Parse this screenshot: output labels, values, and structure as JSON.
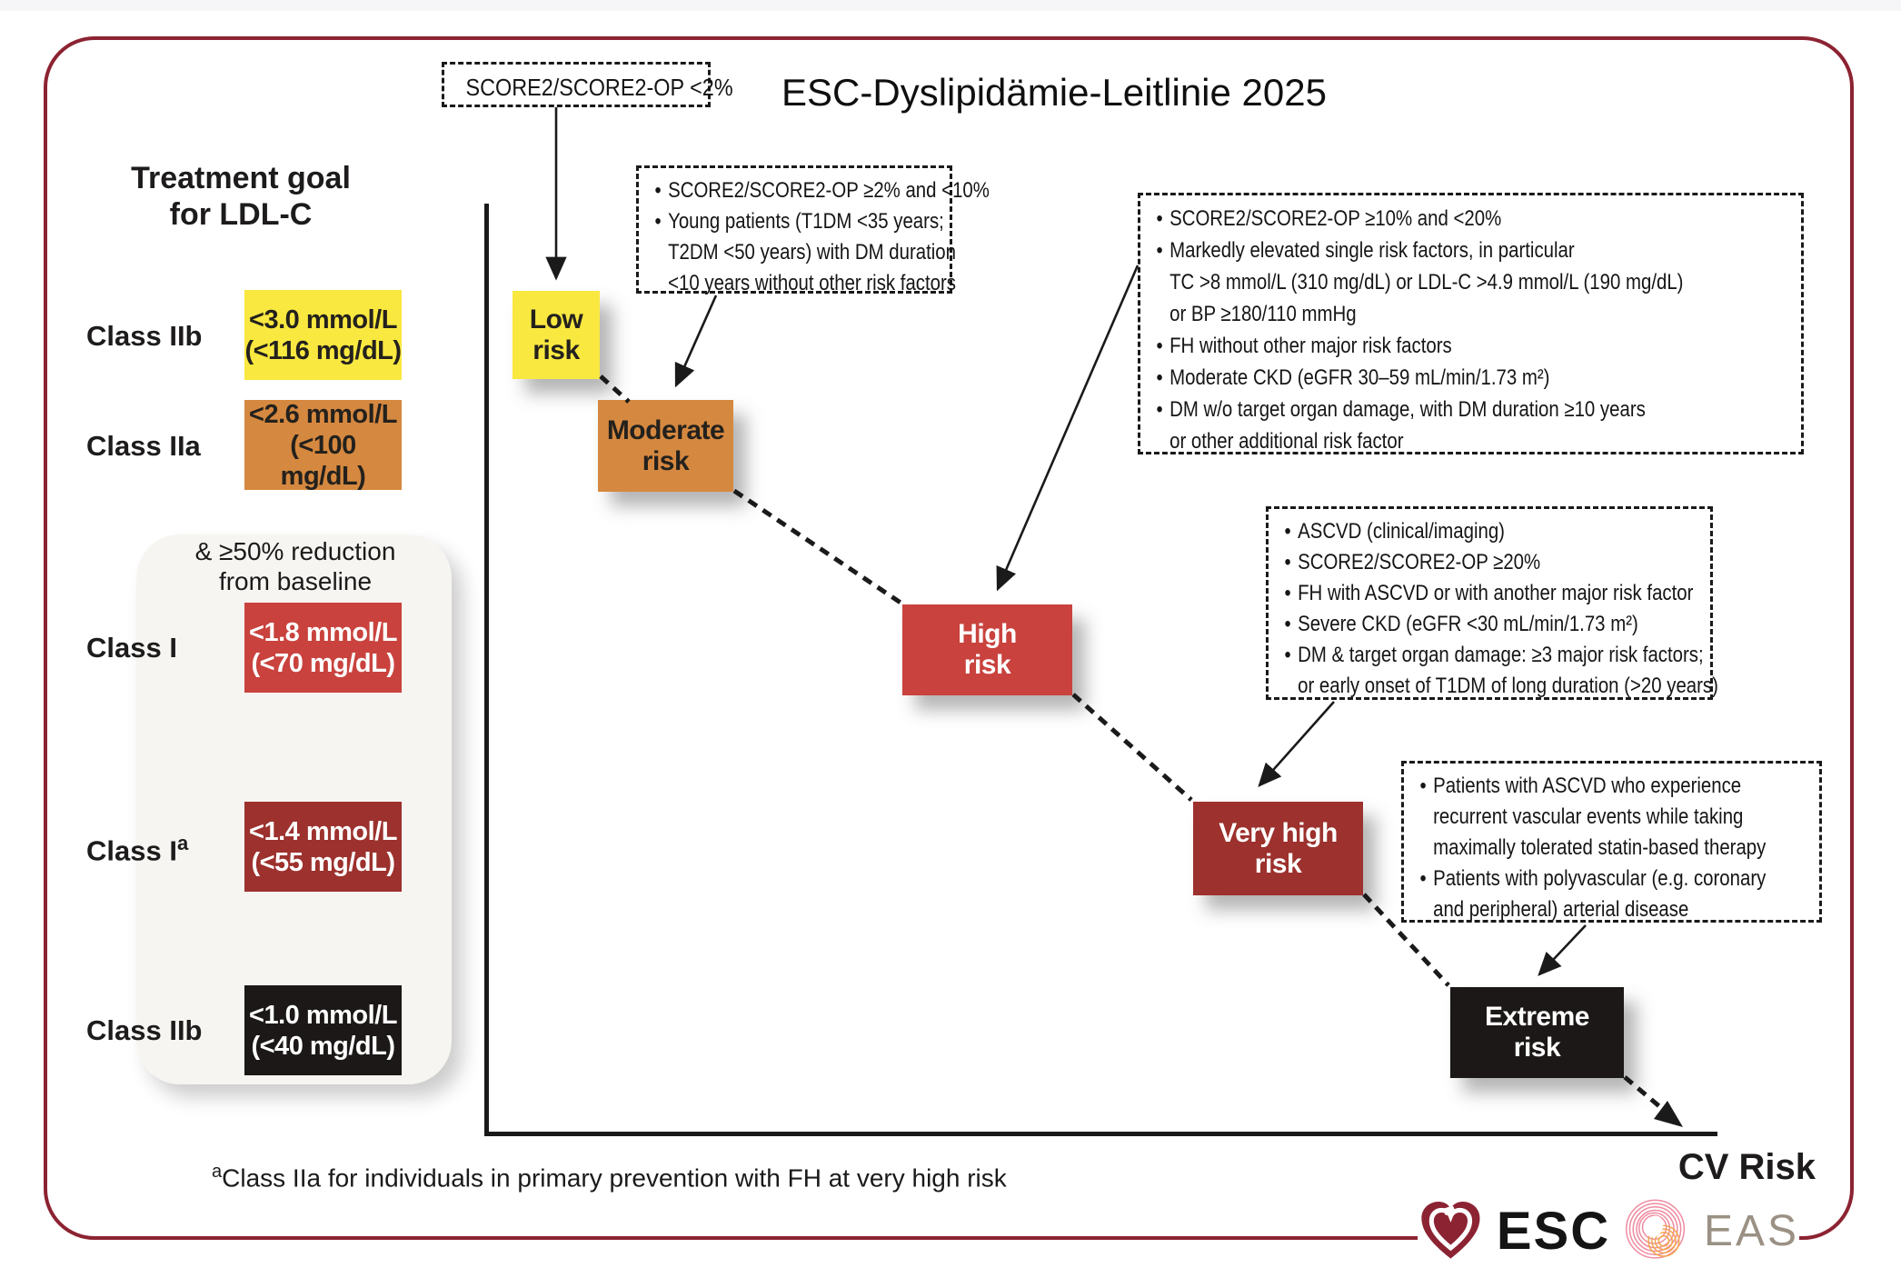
{
  "title": "ESC-Dyslipidämie-Leitlinie 2025",
  "glyphs": {
    "bullet": "•"
  },
  "colors": {
    "border_red": "#8c2332",
    "yellow": "#f9e840",
    "orange": "#d5883f",
    "red": "#c9423d",
    "maroon": "#9c312d",
    "black_box": "#1b1817"
  },
  "left_panel": {
    "heading_line1": "Treatment goal",
    "heading_line2": "for LDL-C",
    "note_line1": "& ≥50% reduction",
    "note_line2": "from baseline",
    "rows": [
      {
        "class_label": "Class IIb",
        "sup": "",
        "value_line1": "<3.0 mmol/L",
        "value_line2": "(<116 mg/dL)"
      },
      {
        "class_label": "Class IIa",
        "sup": "",
        "value_line1": "<2.6 mmol/L",
        "value_line2": "(<100 mg/dL)"
      },
      {
        "class_label": "Class I",
        "sup": "",
        "value_line1": "<1.8 mmol/L",
        "value_line2": "(<70 mg/dL)"
      },
      {
        "class_label": "Class I",
        "sup": "a",
        "value_line1": "<1.4 mmol/L",
        "value_line2": "(<55 mg/dL)"
      },
      {
        "class_label": "Class IIb",
        "sup": "",
        "value_line1": "<1.0 mmol/L",
        "value_line2": "(<40 mg/dL)"
      }
    ]
  },
  "chart": {
    "axis_label": "CV Risk",
    "risk_boxes": [
      {
        "label_line1": "Low",
        "label_line2": "risk"
      },
      {
        "label_line1": "Moderate",
        "label_line2": "risk"
      },
      {
        "label_line1": "High",
        "label_line2": "risk"
      },
      {
        "label_line1": "Very high",
        "label_line2": "risk"
      },
      {
        "label_line1": "Extreme",
        "label_line2": "risk"
      }
    ]
  },
  "callouts": {
    "c1": {
      "line": "SCORE2/SCORE2-OP <2%"
    },
    "c2": {
      "l1": "SCORE2/SCORE2-OP ≥2% and <10%",
      "l2": "Young patients (T1DM <35 years;",
      "l3": "T2DM <50 years) with DM duration",
      "l4": "<10 years without other risk factors"
    },
    "c3": {
      "l1": "SCORE2/SCORE2-OP ≥10% and <20%",
      "l2": "Markedly elevated single risk factors, in particular",
      "l3": "TC >8 mmol/L (310 mg/dL) or LDL-C >4.9 mmol/L  (190 mg/dL)",
      "l4": "or BP ≥180/110 mmHg",
      "l5": "FH without other major risk factors",
      "l6": "Moderate CKD (eGFR 30–59 mL/min/1.73 m²)",
      "l7": "DM w/o target organ damage, with DM duration ≥10 years",
      "l8": "or other additional risk factor"
    },
    "c4": {
      "l1": "ASCVD (clinical/imaging)",
      "l2": "SCORE2/SCORE2-OP ≥20%",
      "l3": "FH with ASCVD or with another major risk factor",
      "l4": "Severe CKD (eGFR <30 mL/min/1.73 m²)",
      "l5": "DM & target organ damage: ≥3 major risk factors;",
      "l6": "or early onset of T1DM of long duration (>20 years)"
    },
    "c5": {
      "l1": "Patients with ASCVD who experience",
      "l2": "recurrent vascular events while taking",
      "l3": "maximally tolerated statin-based therapy",
      "l4": "Patients with polyvascular (e.g. coronary",
      "l5": "and peripheral) arterial disease"
    }
  },
  "footnote": {
    "sup": "a",
    "text": "Class IIa for individuals in primary prevention with FH at very high risk"
  },
  "logos": {
    "esc": "ESC",
    "eas": "EAS"
  }
}
